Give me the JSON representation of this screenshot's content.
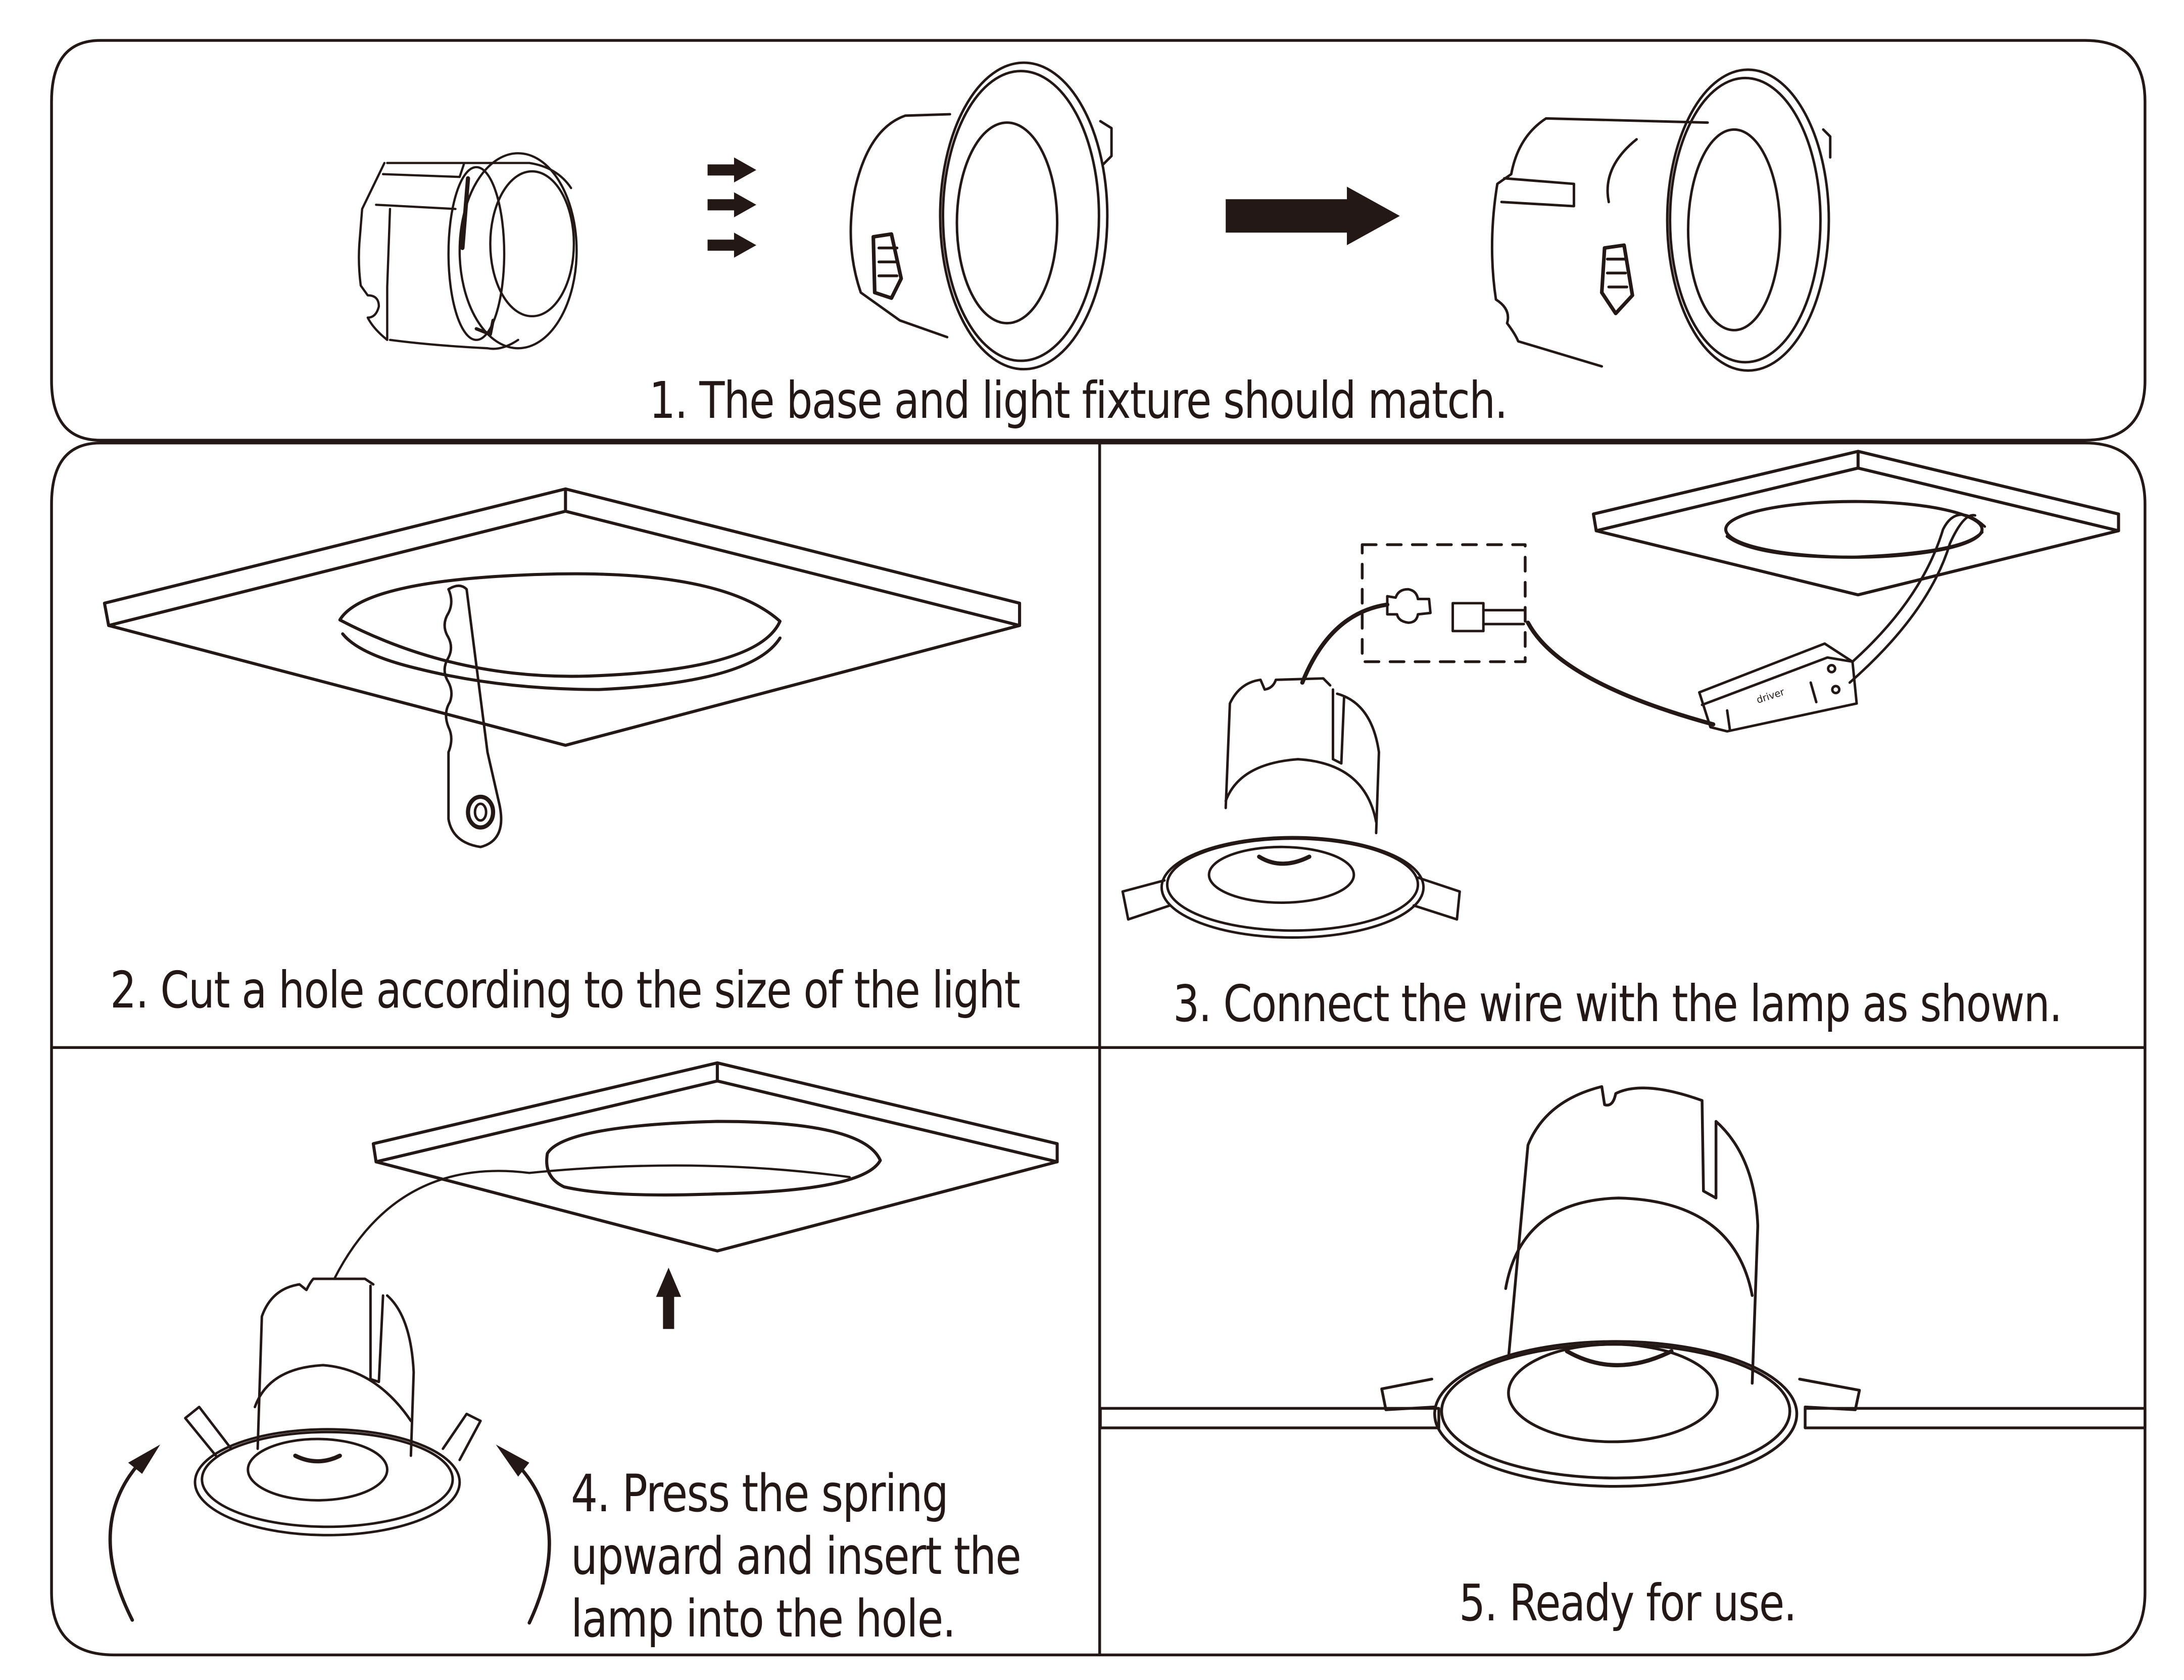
{
  "document": {
    "type": "installation-instructions",
    "ink_color": "#231815",
    "background_color": "#ffffff"
  },
  "steps": [
    {
      "number": "1",
      "caption": "1. The base and light fixture should match.",
      "illustration": [
        "base-module",
        "triple-arrow",
        "light-fixture-trim",
        "big-arrow",
        "assembled-fixture"
      ]
    },
    {
      "number": "2",
      "caption": "2. Cut a hole according to the size of the light",
      "illustration": [
        "ceiling-panel-with-hole",
        "drywall-saw"
      ]
    },
    {
      "number": "3",
      "caption": "3. Connect the wire with the lamp as shown.",
      "illustration": [
        "downlight",
        "wire-connector-detail",
        "driver-box",
        "ceiling-panel-with-hole"
      ],
      "driver_label": "driver"
    },
    {
      "number": "4",
      "caption_lines": [
        "4. Press the spring",
        "upward and insert the",
        "lamp into the hole."
      ],
      "illustration": [
        "ceiling-panel-with-hole",
        "up-arrow",
        "downlight-with-springs",
        "curved-arrows"
      ]
    },
    {
      "number": "5",
      "caption": "5. Ready for use.",
      "illustration": [
        "installed-downlight",
        "ceiling-cross-section"
      ]
    }
  ]
}
